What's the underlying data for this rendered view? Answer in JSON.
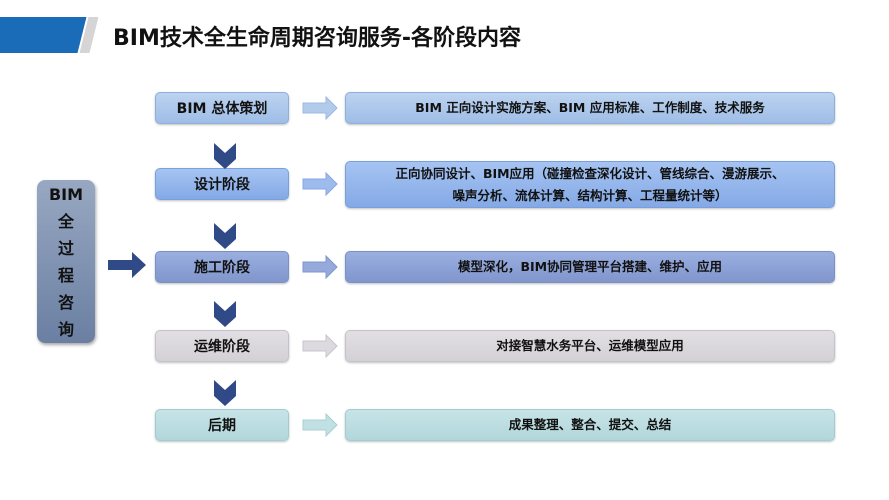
{
  "header": {
    "title": "BIM技术全生命周期咨询服务-各阶段内容"
  },
  "main_node": {
    "chars": [
      "BIM",
      "全",
      "过",
      "程",
      "咨",
      "询"
    ]
  },
  "stages": [
    {
      "label": "BIM 总体策划",
      "description": [
        "BIM 正向设计实施方案、BIM 应用标准、工作制度、技术服务"
      ],
      "color": "#a9c4e8"
    },
    {
      "label": "设计阶段",
      "description": [
        "正向协同设计、BIM应用（碰撞检查深化设计、管线综合、漫游展示、",
        "噪声分析、流体计算、结构计算、工程量统计等）"
      ],
      "color": "#8fb3ea"
    },
    {
      "label": "施工阶段",
      "description": [
        "模型深化，BIM协同管理平台搭建、维护、应用"
      ],
      "color": "#8a9fd3"
    },
    {
      "label": "运维阶段",
      "description": [
        "对接智慧水务平台、运维模型应用"
      ],
      "color": "#d9d6dc"
    },
    {
      "label": "后期",
      "description": [
        "成果整理、整合、提交、总结"
      ],
      "color": "#b9dde0"
    }
  ],
  "colors": {
    "accent": "#1a6bb8",
    "chevron": "#2f4a86"
  }
}
